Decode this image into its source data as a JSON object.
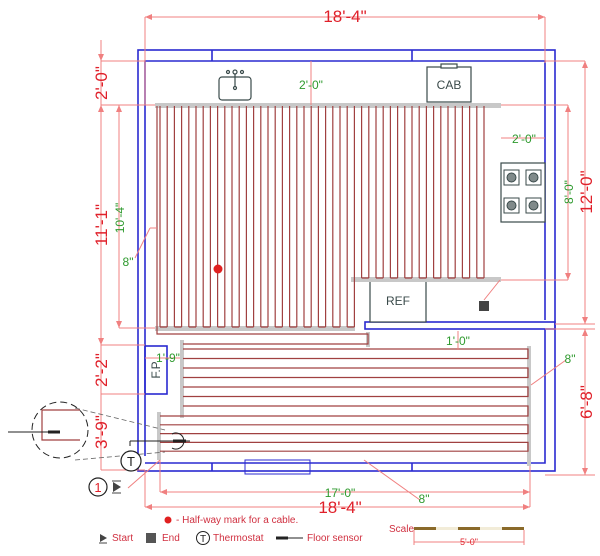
{
  "plan": {
    "dimensions": {
      "overall_width_top": "18'-4\"",
      "overall_width_bottom": "18'-4\"",
      "inner_width_bottom": "17'-0\"",
      "left_top_offset": "2'-0\"",
      "left_upper_height": "11'-1\"",
      "left_upper_cable_height": "10'-4\"",
      "left_mid": "2'-2\"",
      "left_bottom": "3'-9\"",
      "right_upper": "12'-0\"",
      "right_upper_cable": "8'-0\"",
      "right_lower": "6'-8\"",
      "top_clearance": "2'-0\"",
      "stove_clearance": "2'-0\"",
      "counter_gap": "1'-0\"",
      "fp_clearance": "1'-9\"",
      "spacing_left": "8\"",
      "spacing_right": "8\"",
      "spacing_bottom": "8\""
    },
    "fixtures": {
      "cabinet": "CAB",
      "refrigerator": "REF",
      "fireplace": "F.P"
    },
    "circuit_number": "1",
    "thermostat_symbol": "T"
  },
  "legend": {
    "halfway": "- Half-way mark for a cable.",
    "start": "Start",
    "end": "End",
    "thermostat": "Thermostat",
    "floor_sensor": "Floor sensor",
    "thermostat_symbol": "T"
  },
  "scale": {
    "label": "Scale",
    "value": "5'-0\""
  },
  "colors": {
    "wall": "#2a2ad0",
    "cable": "#a04040",
    "dimension": "#e0202a",
    "dimension_line": "#f08080",
    "clearance": "#2e9a2e",
    "strip": "#c8c8c8"
  }
}
